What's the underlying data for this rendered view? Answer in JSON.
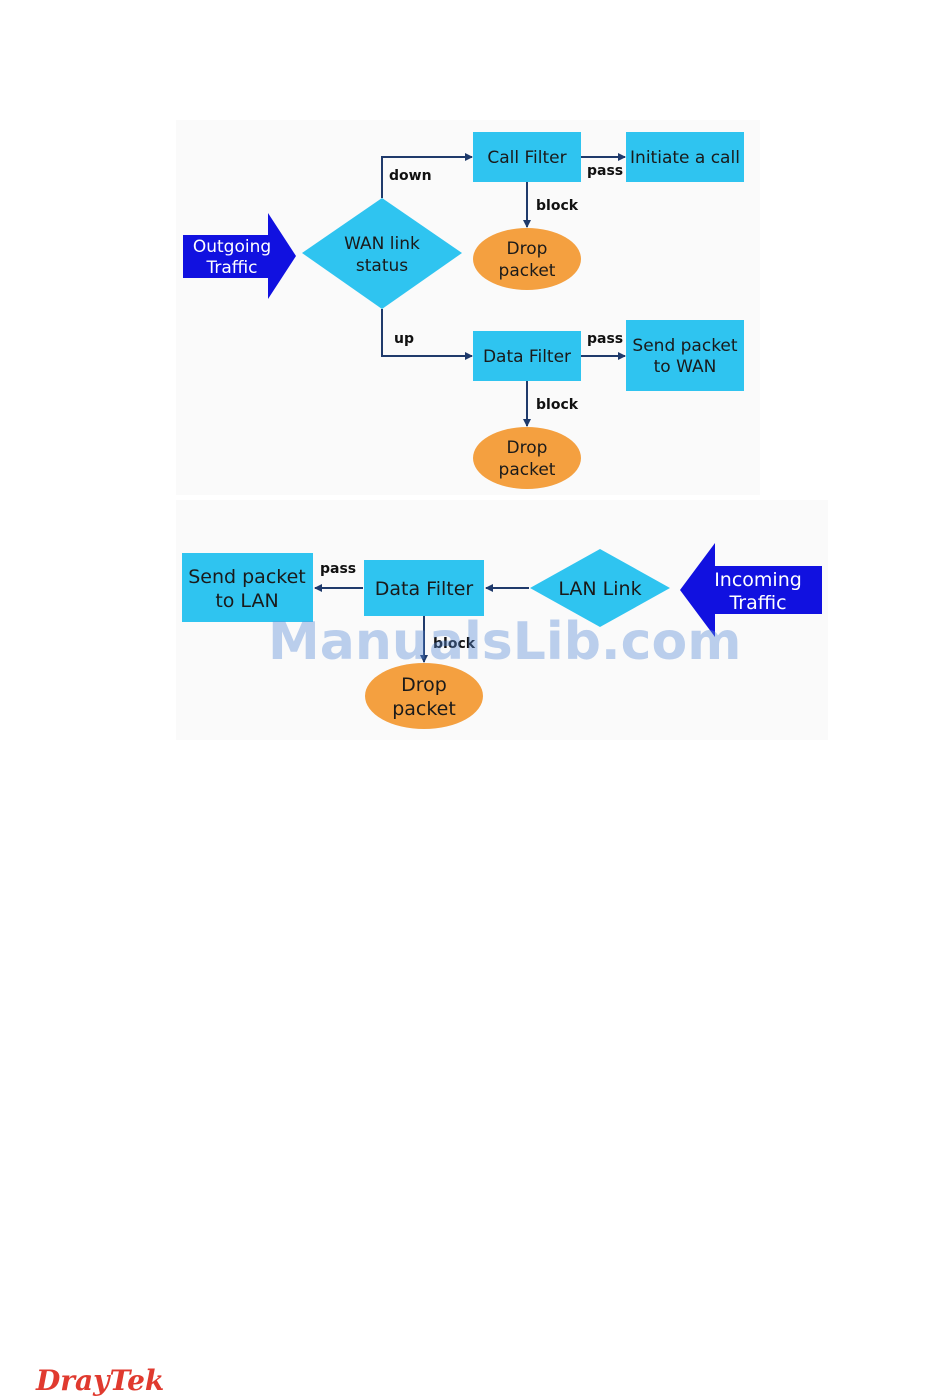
{
  "colors": {
    "box_fill": "#2fc4f0",
    "drop_fill": "#f4a040",
    "arrow_fill": "#1111e0",
    "line": "#1f3a6b"
  },
  "outgoing": {
    "entry_label_1": "Outgoing",
    "entry_label_2": "Traffic",
    "decision_label_1": "WAN link",
    "decision_label_2": "status",
    "call_filter": "Call Filter",
    "initiate_call": "Initiate a call",
    "drop_top_1": "Drop",
    "drop_top_2": "packet",
    "data_filter": "Data Filter",
    "send_wan_1": "Send packet",
    "send_wan_2": "to WAN",
    "drop_bottom_1": "Drop",
    "drop_bottom_2": "packet",
    "label_down": "down",
    "label_up": "up",
    "label_pass_call": "pass",
    "label_pass_data": "pass",
    "label_block_call": "block",
    "label_block_data": "block"
  },
  "incoming": {
    "entry_label_1": "Incoming",
    "entry_label_2": "Traffic",
    "lan_link": "LAN Link",
    "data_filter": "Data Filter",
    "send_lan_1": "Send packet",
    "send_lan_2": "to LAN",
    "drop_1": "Drop",
    "drop_2": "packet",
    "label_pass": "pass",
    "label_block": "block"
  },
  "watermark": "ManualsLib.com",
  "logo": "DrayTek"
}
